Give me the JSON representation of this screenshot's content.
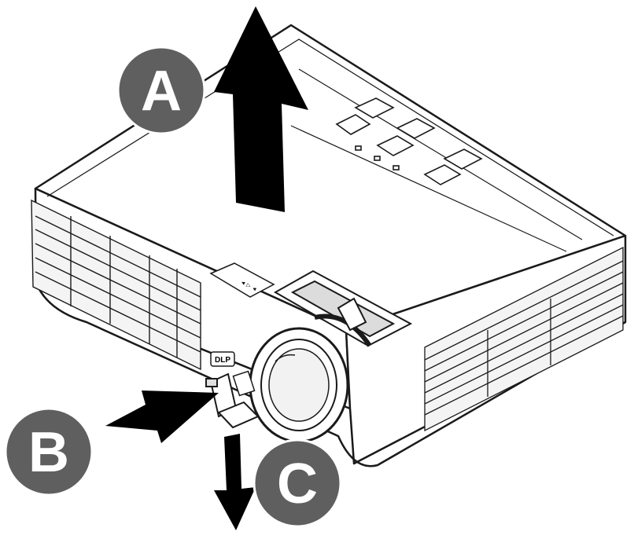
{
  "callouts": {
    "a": {
      "letter": "A"
    },
    "b": {
      "letter": "B"
    },
    "c": {
      "letter": "C"
    }
  },
  "colors": {
    "callout_fill": "#5f5f5f",
    "arrow_fill": "#000000",
    "outline": "#1a1a1a"
  },
  "brand_logo_text": "DLP"
}
